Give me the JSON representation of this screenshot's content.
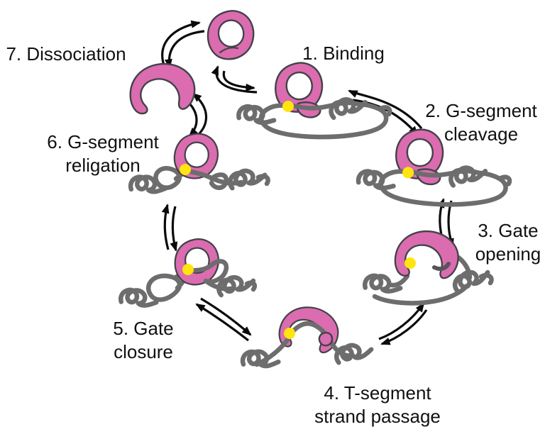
{
  "figure": {
    "kind": "cycle-diagram"
  },
  "steps": [
    {
      "label": "1. Binding",
      "lines": [
        "1. Binding"
      ]
    },
    {
      "label": "2. G-segment cleavage",
      "lines": [
        "2. G-segment",
        "cleavage"
      ]
    },
    {
      "label": "3. Gate opening",
      "lines": [
        "3. Gate",
        "opening"
      ]
    },
    {
      "label": "4. T-segment strand passage",
      "lines": [
        "4. T-segment",
        "strand passage"
      ]
    },
    {
      "label": "5. Gate closure",
      "lines": [
        "5. Gate",
        "closure"
      ]
    },
    {
      "label": "6. G-segment religation",
      "lines": [
        "6. G-segment",
        "religation"
      ]
    },
    {
      "label": "7. Dissociation",
      "lines": [
        "7. Dissociation"
      ]
    }
  ],
  "colors": {
    "background": "#ffffff",
    "enzyme_fill": "#db6caf",
    "enzyme_outline": "#42424a",
    "dna": "#6d6d6d",
    "active_site_dot": "#ffe50e",
    "arrow": "#0a0a0a",
    "text": "#111111"
  },
  "glyphs": {
    "enzyme_closed": "closed-protein-clamp",
    "enzyme_open": "open-protein-clamp",
    "dna": "supercoiled-dna-strand",
    "active_site": "yellow-active-site-dot",
    "arrow": "equilibrium-double-arrow"
  }
}
